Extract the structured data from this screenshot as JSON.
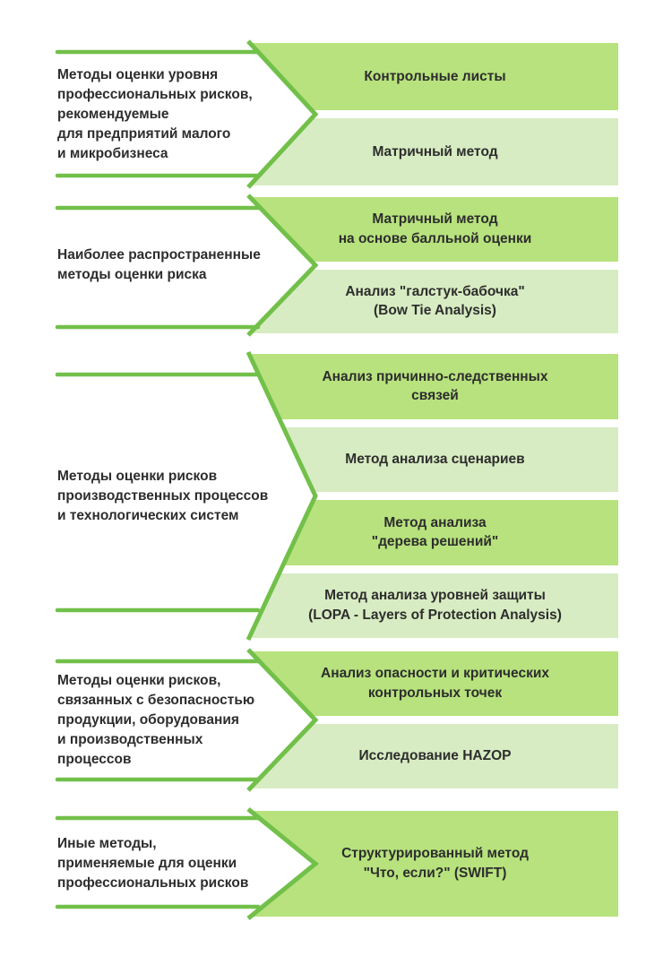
{
  "diagram": {
    "colors": {
      "arrow_green": "#72c04a",
      "box_dark_green": "#b7e27d",
      "box_light_green": "#d7ecc2",
      "text": "#2d2d2d",
      "background": "#ffffff"
    },
    "groups": [
      {
        "label": "Методы оценки уровня\nпрофессиональных рисков,\nрекомендуемые\nдля предприятий малого\nи микробизнеса",
        "methods": [
          {
            "text": "Контрольные листы",
            "tone": "dark"
          },
          {
            "text": "Матричный метод",
            "tone": "light"
          }
        ]
      },
      {
        "label": "Наиболее распространенные\nметоды оценки риска",
        "methods": [
          {
            "text": "Матричный метод\nна основе балльной оценки",
            "tone": "dark"
          },
          {
            "text": "Анализ \"галстук-бабочка\"\n(Bow Tie Analysis)",
            "tone": "light"
          }
        ]
      },
      {
        "label": "Методы оценки рисков\nпроизводственных процессов\nи технологических систем",
        "methods": [
          {
            "text": "Анализ причинно-следственных\nсвязей",
            "tone": "dark"
          },
          {
            "text": "Метод анализа сценариев",
            "tone": "light"
          },
          {
            "text": "Метод анализа\n\"дерева решений\"",
            "tone": "dark"
          },
          {
            "text": "Метод анализа уровней защиты\n(LOPA - Layers of Protection Analysis)",
            "tone": "light"
          }
        ]
      },
      {
        "label": "Методы оценки рисков,\nсвязанных с безопасностью\nпродукции, оборудования\nи производственных\nпроцессов",
        "methods": [
          {
            "text": "Анализ опасности и критических\nконтрольных точек",
            "tone": "dark"
          },
          {
            "text": "Исследование HAZOP",
            "tone": "light"
          }
        ]
      },
      {
        "label": "Иные методы,\nприменяемые для оценки\nпрофессиональных рисков",
        "methods": [
          {
            "text": "Структурированный метод\n\"Что, если?\" (SWIFT)",
            "tone": "dark"
          }
        ]
      }
    ]
  }
}
